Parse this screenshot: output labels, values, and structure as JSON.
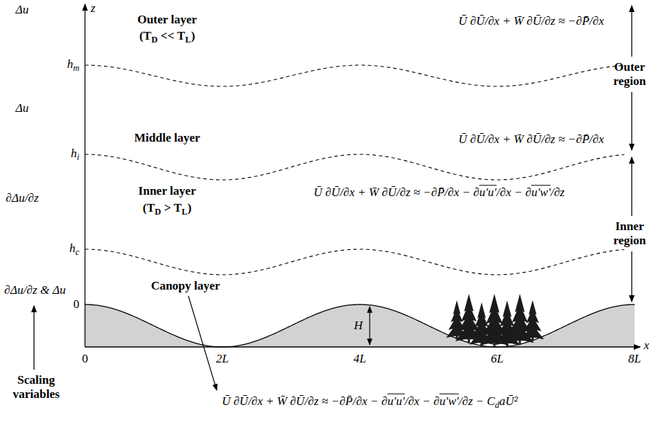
{
  "diagram": {
    "labels": [
      "z",
      "Δu",
      "Outer layer",
      "(TD << TL)",
      "Ū ∂Ū/∂x + W̄ ∂Ū/∂z ≈ −∂P̄/∂x",
      "Outer region",
      "hm",
      "Δu",
      "Middle layer",
      "Ū ∂Ū/∂x + W̄ ∂Ū/∂z ≈ −∂P̄/∂x",
      "hi",
      "∂Δu/∂z",
      "Inner layer",
      "(TD > TL)",
      "Ū ∂Ū/∂x + W̄ ∂Ū/∂z ≈ −∂P̄/∂x − ∂u′u′/∂x − ∂u′w′/∂z",
      "Inner region",
      "hc",
      "∂Δu/∂z & Δu",
      "0",
      "Canopy layer",
      "H",
      "x",
      "0",
      "2L",
      "4L",
      "6L",
      "8L",
      "Scaling variables",
      "Ū ∂Ū/∂x + W̄ ∂Ū/∂z ≈ −∂P̄/∂x − ∂u′u′/∂x − ∂u′w′/∂z − CdaŪ²"
    ]
  }
}
